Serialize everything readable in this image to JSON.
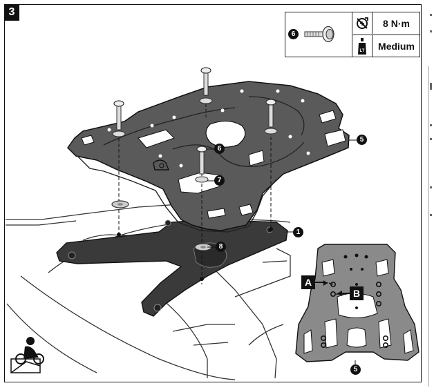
{
  "step": {
    "number": "3"
  },
  "spec": {
    "part_number": "6",
    "torque": "8 N·m",
    "threadlocker": "Medium",
    "threadlocker_icon": "LT"
  },
  "callouts": {
    "rack": "5",
    "base_plate": "1",
    "screw": "6",
    "washer_top": "7",
    "washer_bottom": "8",
    "detail_rack": "5"
  },
  "detail_labels": {
    "a": "A",
    "b": "B"
  },
  "colors": {
    "rack": "#5a5a5a",
    "plate": "#3a3a3a",
    "detail": "#8a8a8a",
    "badge": "#111111"
  },
  "icons": [
    "torque-wrench-icon",
    "threadlocker-bottle-icon",
    "motorcycle-rider-icon"
  ]
}
